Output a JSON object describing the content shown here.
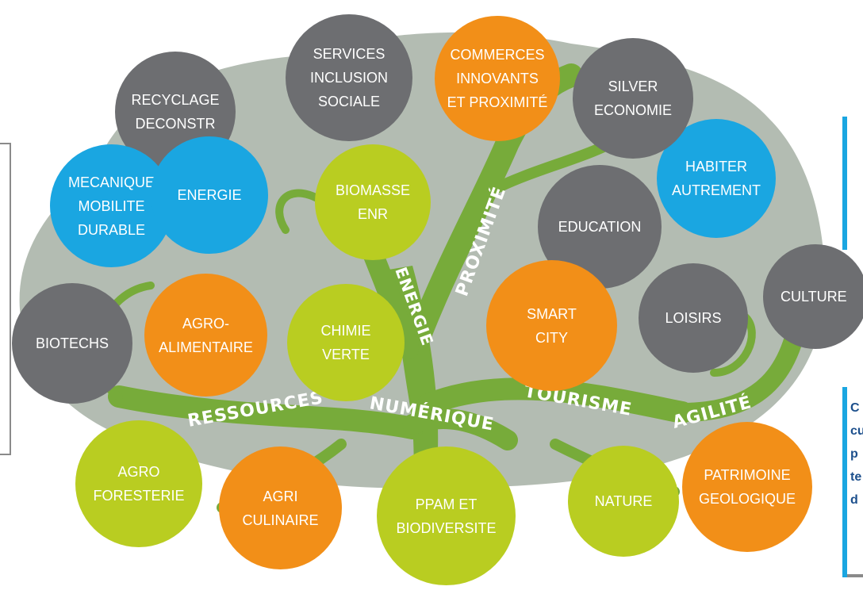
{
  "bubbles": {
    "recyclage": "RECYCLAGE\nDECONSTR",
    "services": "SERVICES\nINCLUSION\nSOCIALE",
    "commerces": "COMMERCES\nINNOVANTS\nET PROXIMITÉ",
    "silver": "SILVER\nECONOMIE",
    "habiter": "HABITER\nAUTREMENT",
    "mecanique": "MECANIQUE\nMOBILITE\nDURABLE",
    "energie": "ENERGIE",
    "biomasse": "BIOMASSE\nENR",
    "education": "EDUCATION",
    "culture": "CULTURE",
    "loisirs": "LOISIRS",
    "smart_city": "SMART\nCITY",
    "biotechs": "BIOTECHS",
    "agro_alimentaire": "AGRO-\nALIMENTAIRE",
    "chimie_verte": "CHIMIE\nVERTE",
    "agroforesterie": "AGRO\nFORESTERIE",
    "agri_culinaire": "AGRI\nCULINAIRE",
    "ppam": "PPAM ET\nBIODIVERSITE",
    "nature": "NATURE",
    "patrimoine": "PATRIMOINE\nGEOLOGIQUE"
  },
  "branch_labels": {
    "energie": "ENERGIE",
    "proximite": "PROXIMITÉ",
    "ressources": "RESSOURCES",
    "numerique": "NUMÉRIQUE",
    "tourisme": "TOURISME",
    "agilite": "AGILITÉ"
  },
  "side_text": [
    "C",
    "cu",
    "p",
    "te",
    "d"
  ],
  "colors": {
    "canopy": "#b3bcb2",
    "trunk": "#77ab3a",
    "gray": "#6d6e71",
    "orange": "#f28f18",
    "lime": "#b9cd21",
    "blue": "#1aa6e1",
    "side_text": "#1c4f8c"
  }
}
